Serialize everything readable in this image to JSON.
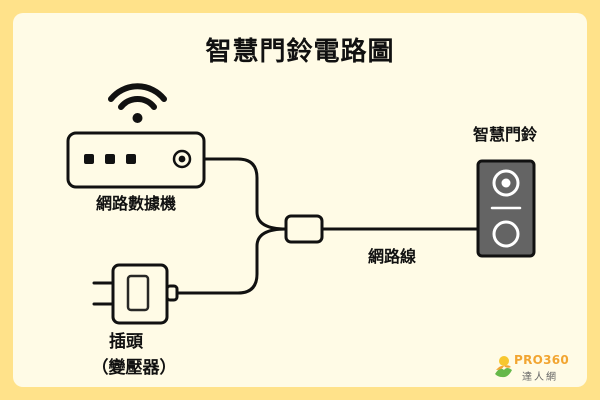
{
  "title": "智慧門鈴電路圖",
  "nodes": {
    "router": {
      "label": "網路數據機"
    },
    "doorbell": {
      "label": "智慧門鈴"
    },
    "plug": {
      "label_line1": "插頭",
      "label_line2": "（變壓器）"
    }
  },
  "edges": {
    "ethernet_cable": {
      "label": "網路線"
    }
  },
  "logo": {
    "name": "PRO360",
    "subtitle": "達人網",
    "colors": {
      "brand": "#f2a531",
      "green": "#66b84a",
      "yellow": "#f7c72f"
    }
  },
  "colors": {
    "background": "#ffe28a",
    "card": "#fffbe6",
    "line": "#111111",
    "doorbell_body": "#646464",
    "doorbell_ring": "#ffffff"
  }
}
